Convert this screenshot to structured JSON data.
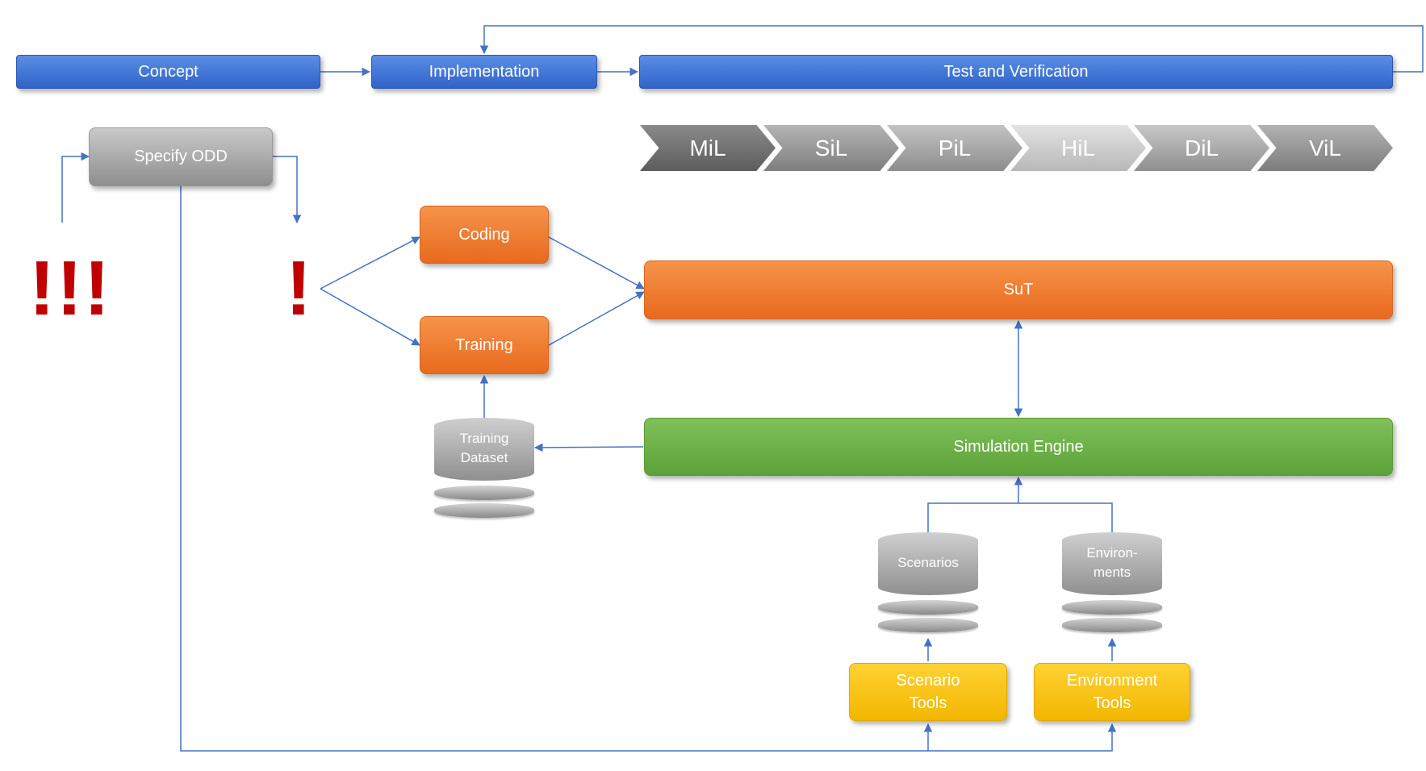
{
  "phases": {
    "concept": "Concept",
    "implementation": "Implementation",
    "test": "Test and Verification"
  },
  "specify_odd": "Specify ODD",
  "warnings": {
    "triple": "!!!",
    "single": "!"
  },
  "stages": [
    "MiL",
    "SiL",
    "PiL",
    "HiL",
    "DiL",
    "ViL"
  ],
  "coding": "Coding",
  "training": "Training",
  "sut": "SuT",
  "simulation_engine": "Simulation Engine",
  "databases": {
    "training_dataset": [
      "Training",
      "Dataset"
    ],
    "scenarios": [
      "Scenarios"
    ],
    "environments": [
      "Environ-",
      "ments"
    ]
  },
  "tools": {
    "scenario": [
      "Scenario",
      "Tools"
    ],
    "environment": [
      "Environment",
      "Tools"
    ]
  },
  "colors": {
    "phase_blue": "#3a6fd6",
    "connector_blue": "#4472c4",
    "activity_orange": "#ee7a2f",
    "engine_green": "#6ab04c",
    "tools_yellow": "#ffc000",
    "neutral_gray": "#a6a6a6",
    "warning_red": "#c00000"
  },
  "icons": {
    "database": "database-cylinder-icon",
    "chevron": "chevron-stage-icon"
  }
}
